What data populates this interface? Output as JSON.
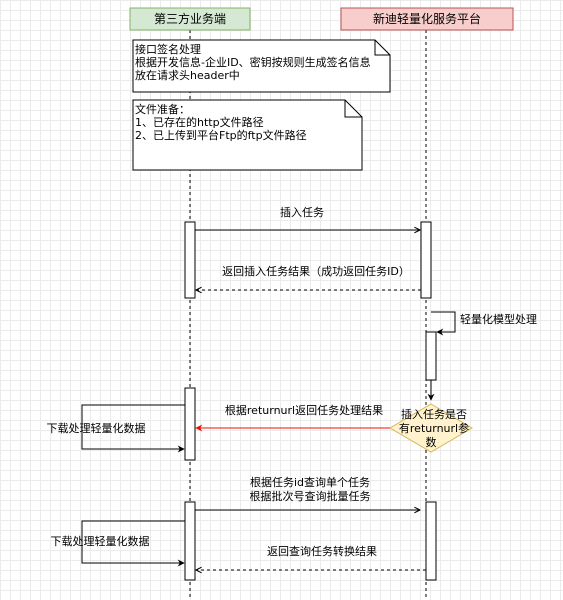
{
  "participants": {
    "client": {
      "label": "第三方业务端",
      "fill": "#d5e8d4",
      "stroke": "#82b366"
    },
    "platform": {
      "label": "新迪轻量化服务平台",
      "fill": "#f8cecc",
      "stroke": "#b85450"
    }
  },
  "notes": {
    "signature": {
      "lines": [
        "接口签名处理",
        "根据开发信息-企业ID、密钥按规则生成签名信息",
        "放在请求头header中"
      ]
    },
    "file_prep": {
      "lines": [
        "文件准备：",
        "1、已存在的http文件路径",
        "2、已上传到平台Ftp的ftp文件路径"
      ]
    }
  },
  "messages": {
    "insert_task": "插入任务",
    "insert_result": "返回插入任务结果（成功返回任务ID）",
    "self_process": "轻量化模型处理",
    "callback": "根据returnurl返回任务处理结果",
    "download_1": "下载处理轻量化数据",
    "query_line1": "根据任务id查询单个任务",
    "query_line2": "根据批次号查询批量任务",
    "query_result": "返回查询任务转换结果",
    "download_2": "下载处理轻量化数据"
  },
  "decision": {
    "lines": [
      "插入任务是否",
      "有returnurl参",
      "数"
    ],
    "fill": "#fff2cc",
    "stroke": "#d6b656"
  },
  "colors": {
    "callback_arrow": "#e51400",
    "line": "#000000"
  }
}
